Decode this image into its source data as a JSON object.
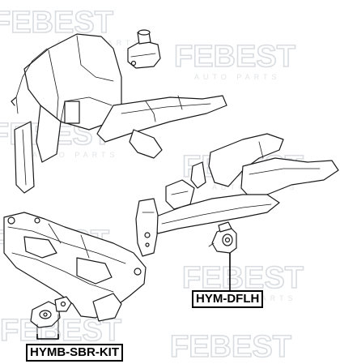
{
  "watermark": {
    "brand": "FEBEST",
    "sub": "AUTO PARTS"
  },
  "labels": {
    "part1": "HYM-DFLH",
    "part2": "HYMB-SBR-KIT"
  },
  "colors": {
    "line": "#1a1a1a",
    "watermark": "#d9dde1",
    "background": "#ffffff"
  }
}
